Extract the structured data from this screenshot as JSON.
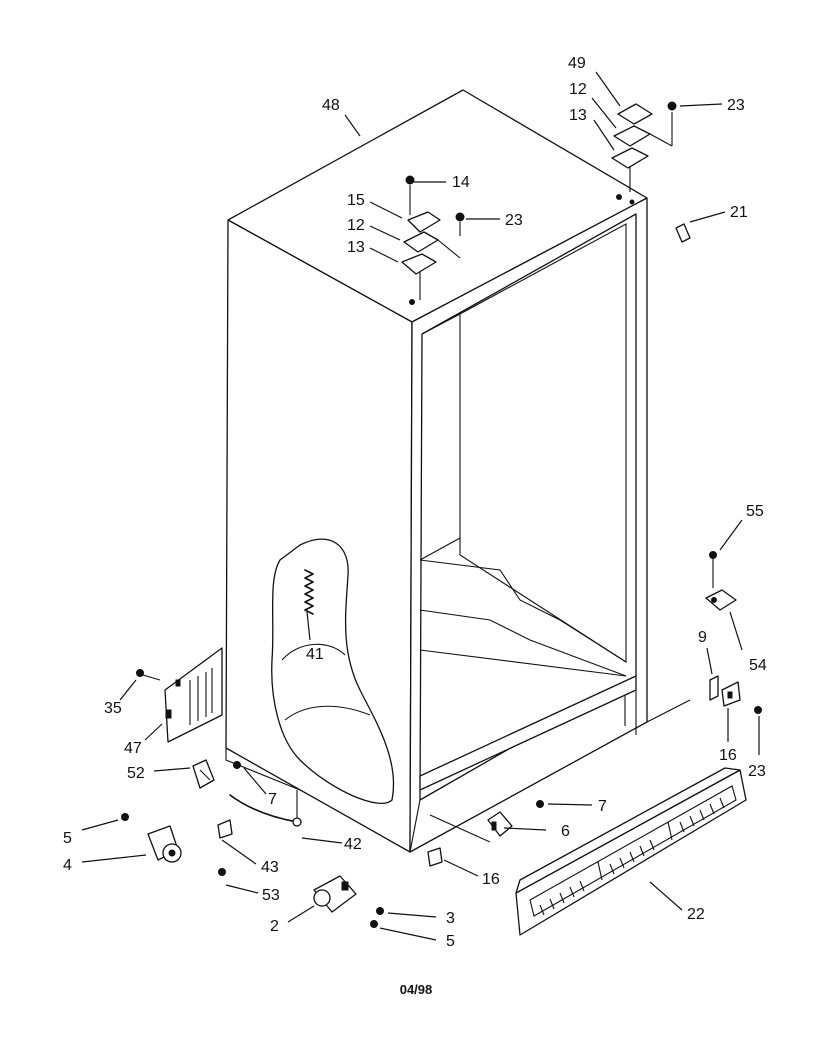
{
  "footer": {
    "date_code": "04/98"
  },
  "callouts": [
    {
      "id": "48",
      "text": "48"
    },
    {
      "id": "49",
      "text": "49"
    },
    {
      "id": "12a",
      "text": "12"
    },
    {
      "id": "13a",
      "text": "13"
    },
    {
      "id": "23a",
      "text": "23"
    },
    {
      "id": "14",
      "text": "14"
    },
    {
      "id": "15",
      "text": "15"
    },
    {
      "id": "12b",
      "text": "12"
    },
    {
      "id": "13b",
      "text": "13"
    },
    {
      "id": "23b",
      "text": "23"
    },
    {
      "id": "21",
      "text": "21"
    },
    {
      "id": "55",
      "text": "55"
    },
    {
      "id": "41",
      "text": "41"
    },
    {
      "id": "54",
      "text": "54"
    },
    {
      "id": "9",
      "text": "9"
    },
    {
      "id": "35",
      "text": "35"
    },
    {
      "id": "47",
      "text": "47"
    },
    {
      "id": "16a",
      "text": "16"
    },
    {
      "id": "23c",
      "text": "23"
    },
    {
      "id": "52",
      "text": "52"
    },
    {
      "id": "7a",
      "text": "7"
    },
    {
      "id": "7b",
      "text": "7"
    },
    {
      "id": "6",
      "text": "6"
    },
    {
      "id": "5a",
      "text": "5"
    },
    {
      "id": "42",
      "text": "42"
    },
    {
      "id": "4",
      "text": "4"
    },
    {
      "id": "43",
      "text": "43"
    },
    {
      "id": "16b",
      "text": "16"
    },
    {
      "id": "53",
      "text": "53"
    },
    {
      "id": "22",
      "text": "22"
    },
    {
      "id": "3",
      "text": "3"
    },
    {
      "id": "2",
      "text": "2"
    },
    {
      "id": "5b",
      "text": "5"
    }
  ]
}
